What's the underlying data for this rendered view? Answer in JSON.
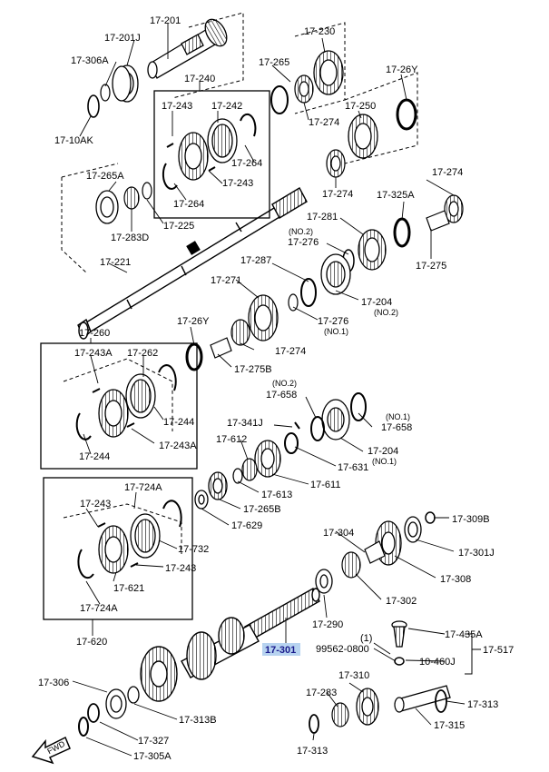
{
  "diagram": {
    "labels": {
      "p17_201": "17-201",
      "p17_201j": "17-201J",
      "p17_306a": "17-306A",
      "p17_10ak": "17-10AK",
      "p17_240": "17-240",
      "p17_243a": "17-243",
      "p17_242": "17-242",
      "p17_264a": "17-264",
      "p17_243b": "17-243",
      "p17_264b": "17-264",
      "p17_230": "17-230",
      "p17_265": "17-265",
      "p17_274a": "17-274",
      "p17_26y_a": "17-26Y",
      "p17_250": "17-250",
      "p17_274b": "17-274",
      "p17_274c": "17-274",
      "p17_265a": "17-265A",
      "p17_225": "17-225",
      "p17_283d": "17-283D",
      "p17_325a": "17-325A",
      "p17_281": "17-281",
      "no2_a": "(NO.2)",
      "p17_276a": "17-276",
      "p17_275": "17-275",
      "p17_221": "17-221",
      "p17_287": "17-287",
      "p17_271": "17-271",
      "p17_204a": "17-204",
      "no2_b": "(NO.2)",
      "p17_276b": "17-276",
      "no1_a": "(NO.1)",
      "p17_26y_b": "17-26Y",
      "p17_274d": "17-274",
      "p17_275b": "17-275B",
      "p17_260": "17-260",
      "p17_243a_b": "17-243A",
      "p17_262": "17-262",
      "p17_244a": "17-244",
      "p17_243a_c": "17-243A",
      "p17_244b": "17-244",
      "no2_c": "(NO.2)",
      "p17_658a": "17-658",
      "no1_b": "(NO.1)",
      "p17_658b": "17-658",
      "p17_341j": "17-341J",
      "p17_204b": "17-204",
      "no1_c": "(NO.1)",
      "p17_612": "17-612",
      "p17_631": "17-631",
      "p17_611": "17-611",
      "p17_613": "17-613",
      "p17_265b": "17-265B",
      "p17_629": "17-629",
      "p17_724a_a": "17-724A",
      "p17_243c": "17-243",
      "p17_732": "17-732",
      "p17_243d": "17-243",
      "p17_621": "17-621",
      "p17_724a_b": "17-724A",
      "p17_620": "17-620",
      "p17_304": "17-304",
      "p17_309b": "17-309B",
      "p17_301j": "17-301J",
      "p17_308": "17-308",
      "p17_302": "17-302",
      "p17_290": "17-290",
      "p17_435a": "17-435A",
      "p1_paren": "(1)",
      "p99562": "99562-0800",
      "p10_460j": "10-460J",
      "p17_517": "17-517",
      "p17_301": "17-301",
      "p17_306": "17-306",
      "p17_310": "17-310",
      "p17_283": "17-283",
      "p17_313a": "17-313",
      "p17_327": "17-327",
      "p17_313b": "17-313B",
      "p17_315": "17-315",
      "p17_305a": "17-305A",
      "p17_313c": "17-313",
      "fwd": "FWD"
    }
  }
}
